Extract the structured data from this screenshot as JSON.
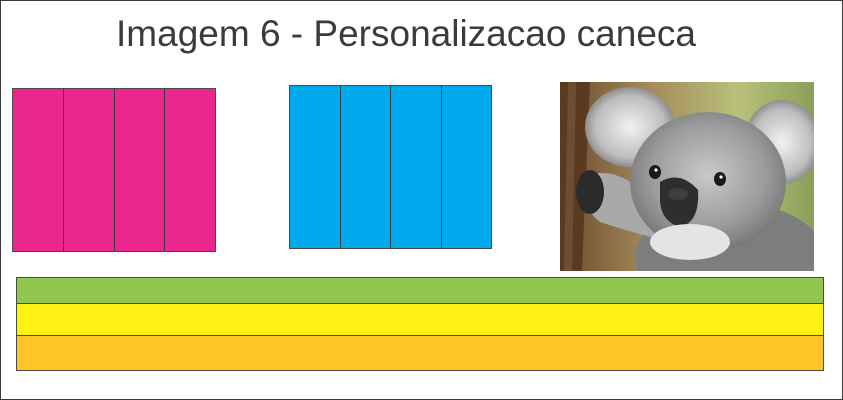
{
  "title": "Imagem 6 - Personalizacao caneca",
  "swatches": [
    {
      "color": "#ec268f",
      "segments": 4
    },
    {
      "color": "#00a9ec",
      "segments": 4
    }
  ],
  "photo": {
    "subject": "koala-photo"
  },
  "stripes": [
    {
      "color": "#92c74f"
    },
    {
      "color": "#fff212"
    },
    {
      "color": "#ffc428"
    }
  ]
}
